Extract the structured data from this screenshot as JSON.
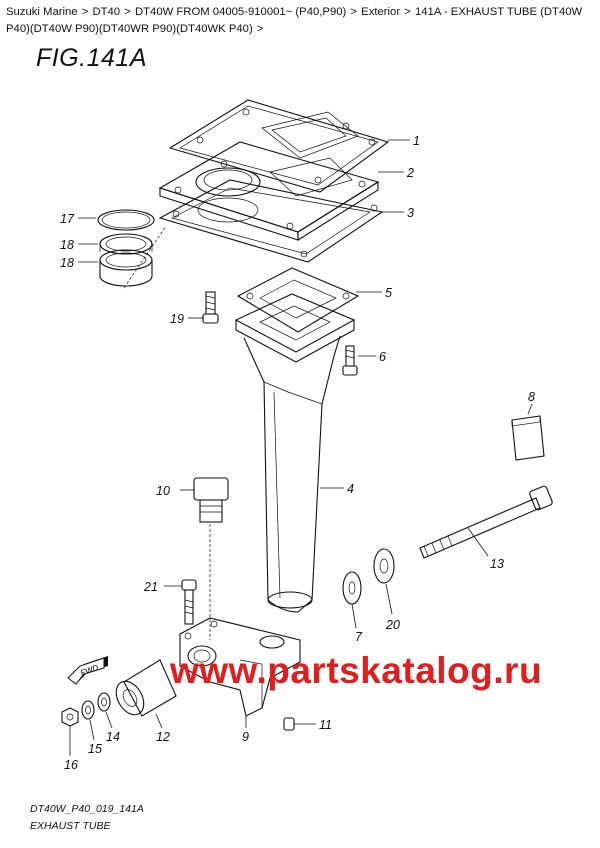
{
  "breadcrumb": {
    "items": [
      "Suzuki Marine",
      "DT40",
      "DT40W FROM 04005-910001~ (P40,P90)",
      "Exterior",
      "141A - EXHAUST TUBE (DT40W P40)(DT40W P90)(DT40WR P90)(DT40WK P40)"
    ],
    "separator": ">"
  },
  "figure": {
    "title": "FIG.141A"
  },
  "callouts": {
    "c1": "1",
    "c2": "2",
    "c3": "3",
    "c4": "4",
    "c5": "5",
    "c6": "6",
    "c7": "7",
    "c8": "8",
    "c9": "9",
    "c10": "10",
    "c11": "11",
    "c12": "12",
    "c13": "13",
    "c14": "14",
    "c15": "15",
    "c16": "16",
    "c17": "17",
    "c18a": "18",
    "c18b": "18",
    "c19": "19",
    "c20": "20",
    "c21": "21"
  },
  "badge": {
    "fwd": "FWD"
  },
  "watermark": "www.partskatalog.ru",
  "footer": {
    "code": "DT40W_P40_019_141A",
    "name": "EXHAUST TUBE"
  }
}
